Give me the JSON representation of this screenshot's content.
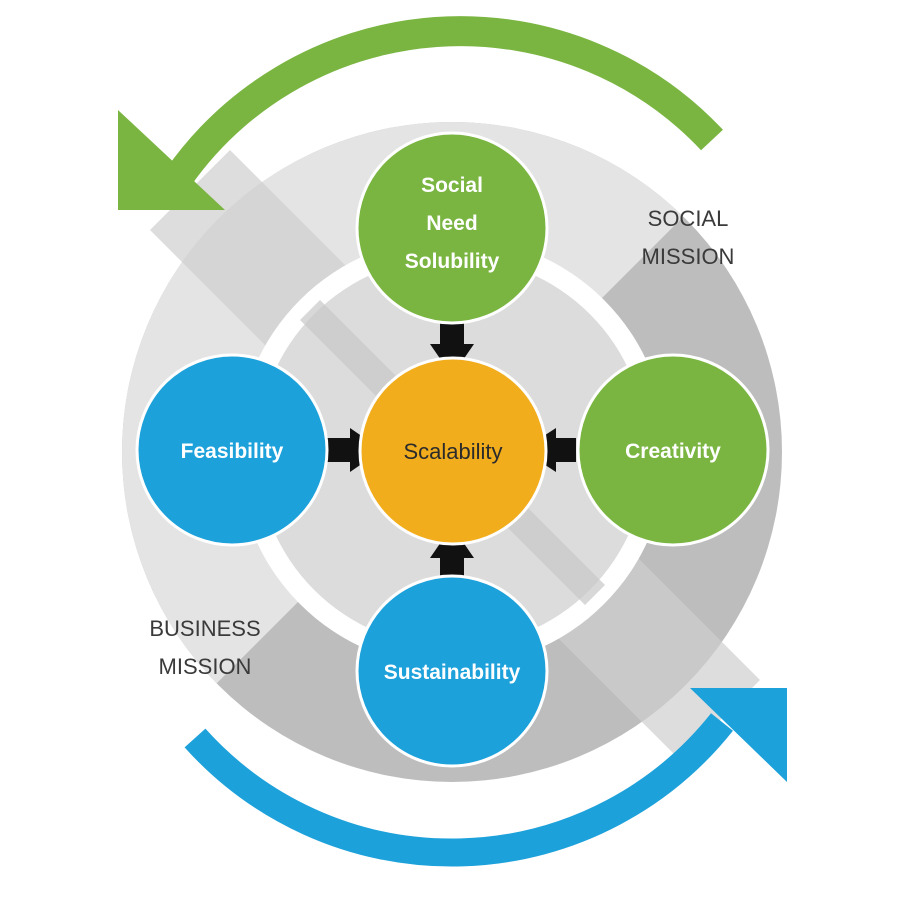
{
  "diagram": {
    "center": {
      "label": "Scalability",
      "color": "#f2ad1d",
      "border": "#ffffff"
    },
    "nodes": {
      "top": {
        "lines": [
          "Social",
          "Need",
          "Solubility"
        ],
        "color": "#7ab541"
      },
      "left": {
        "lines": [
          "Feasibility"
        ],
        "color": "#1da1db"
      },
      "right": {
        "lines": [
          "Creativity"
        ],
        "color": "#7ab541"
      },
      "bottom": {
        "lines": [
          "Sustainability"
        ],
        "color": "#1da1db"
      }
    },
    "missions": {
      "social": [
        "SOCIAL",
        "MISSION"
      ],
      "business": [
        "BUSINESS",
        "MISSION"
      ]
    },
    "colors": {
      "ring_light": "#e4e4e4",
      "ring_mid": "#d2d2d2",
      "ring_dark": "#bdbdbd",
      "green_arrow": "#7ab541",
      "blue_arrow": "#1da1db",
      "connector_arrow": "#111111"
    }
  }
}
